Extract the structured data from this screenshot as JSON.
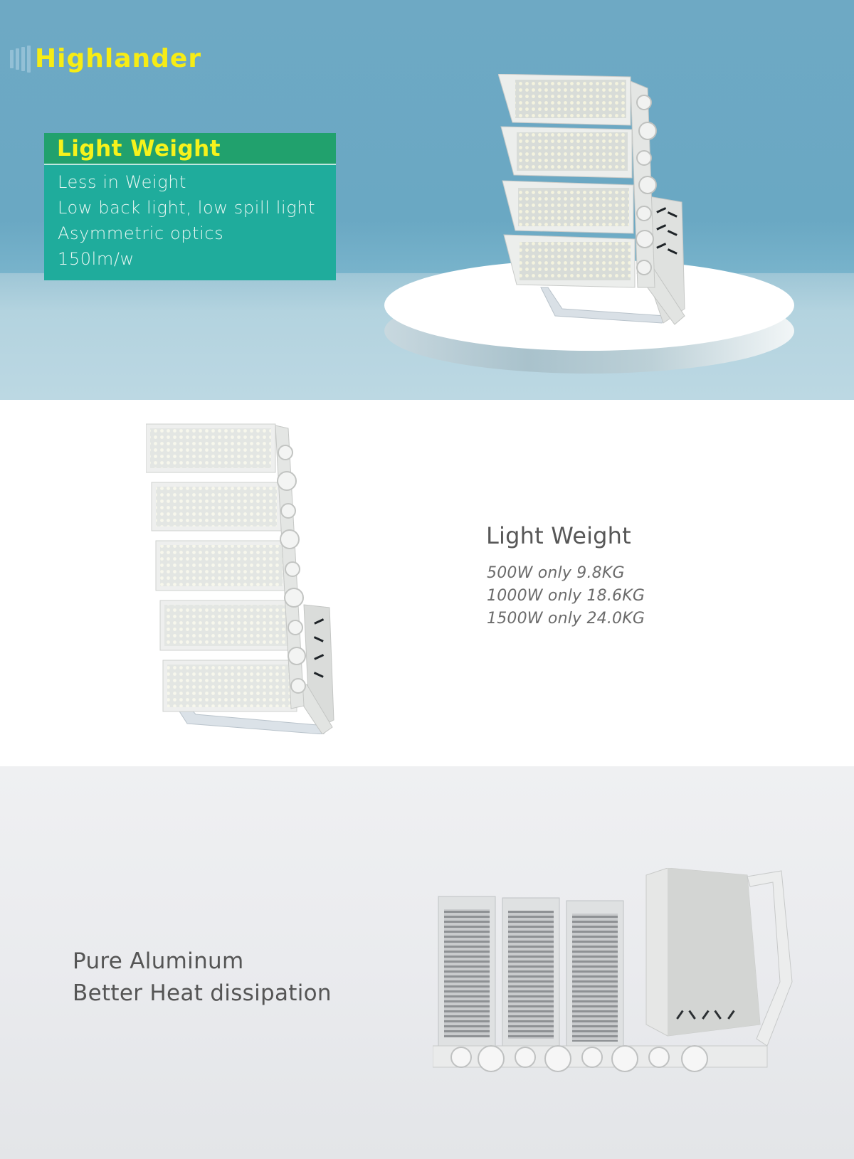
{
  "brand": {
    "name": "Highlander",
    "logo_icon": "bars-logo-icon",
    "color": "#f6ec15"
  },
  "hero": {
    "card": {
      "title": "Light Weight",
      "items": [
        "Less in Weight",
        "Low back light, low spill light",
        "Asymmetric optics",
        "150lm/w"
      ],
      "title_color": "#f6f21c",
      "head_bg": "#21a16d",
      "body_bg": "#1fac9c"
    },
    "image": "floodlight-4-module-on-pedestal"
  },
  "weight_section": {
    "title": "Light Weight",
    "specs": [
      "500W only 9.8KG",
      "1000W only 18.6KG",
      "1500W only 24.0KG"
    ],
    "image": "floodlight-5-module-front"
  },
  "aluminum_section": {
    "lines": [
      "Pure Aluminum",
      "Better Heat dissipation"
    ],
    "image": "floodlight-heatsink-rear"
  },
  "colors": {
    "hero_bg": "#6ea9c4",
    "floor_bg": "#bcd9e3",
    "text_gray": "#575757",
    "section3_bg": "#eaebee"
  }
}
